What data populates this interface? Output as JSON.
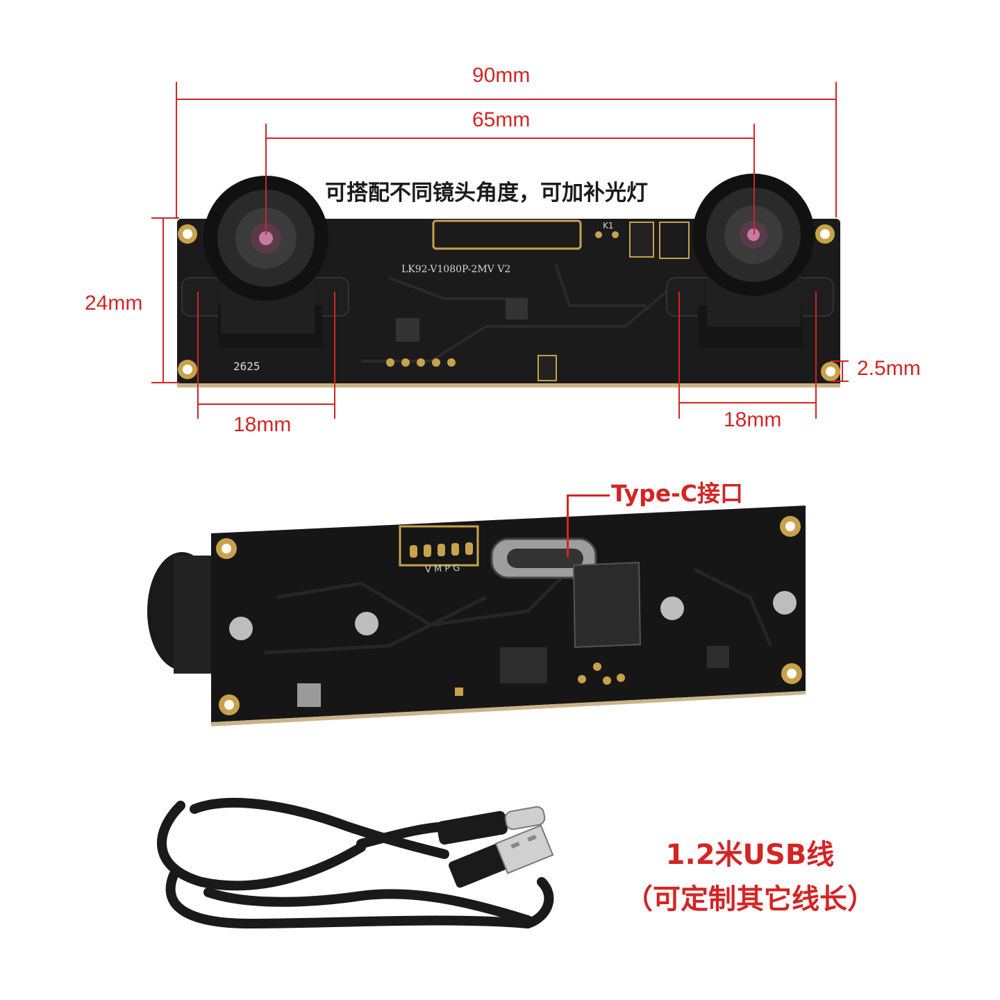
{
  "dimensions": {
    "total_width": "90mm",
    "lens_spacing": "65mm",
    "board_height": "24mm",
    "hole_offset": "2.5mm",
    "left_mount_width": "18mm",
    "right_mount_width": "18mm"
  },
  "caption_top": "可搭配不同镜头角度，可加补光灯",
  "board_front": {
    "model_label": "LK92-V1080P-2MV V2",
    "silk_code": "2625",
    "key_label": "K1"
  },
  "board_back": {
    "pin_labels": "V M P G",
    "callout": "Type-C接口"
  },
  "cable": {
    "line1": "1.2米USB线",
    "line2": "（可定制其它线长）"
  },
  "colors": {
    "dimension": "#d42424",
    "pcb": "#171717",
    "pad": "#c8a24a"
  }
}
